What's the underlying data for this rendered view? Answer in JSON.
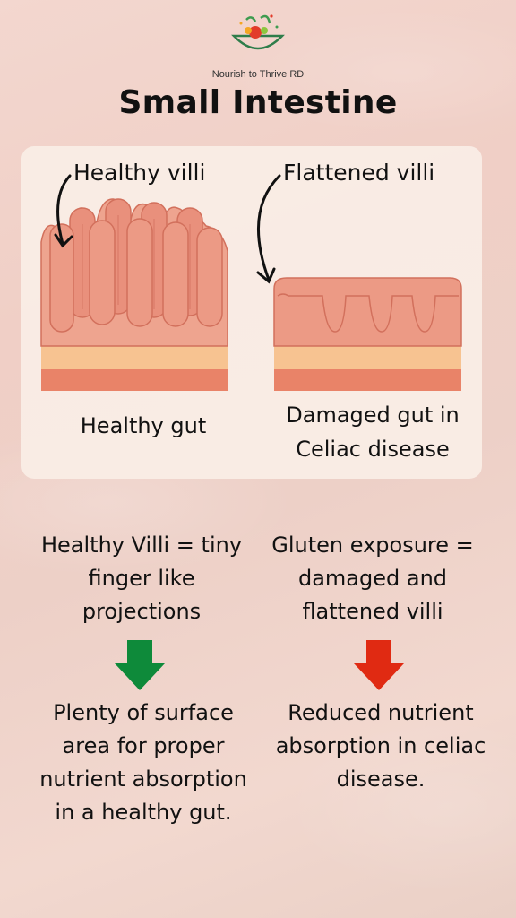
{
  "brand": {
    "name": "Nourish to Thrive RD"
  },
  "title": "Small Intestine",
  "illustration": {
    "healthy_label": "Healthy villi",
    "flattened_label": "Flattened villi",
    "healthy_caption": "Healthy gut",
    "damaged_caption": "Damaged gut in Celiac disease"
  },
  "left_column": {
    "statement": "Healthy Villi = tiny finger like projections",
    "result": "Plenty of surface area for proper nutrient absorption in a healthy gut."
  },
  "right_column": {
    "statement": "Gluten exposure = damaged and flattened villi",
    "result": "Reduced nutrient absorption in celiac disease."
  },
  "colors": {
    "green_arrow": "#0e8a3a",
    "red_arrow": "#e02a12",
    "tissue": "#e9907c",
    "tissue_dark": "#d2705c",
    "band_light": "#f7c391",
    "band_red": "#e98368"
  },
  "icons": [
    "logo-bowl-icon",
    "curved-arrow-icon",
    "down-arrow-icon"
  ]
}
